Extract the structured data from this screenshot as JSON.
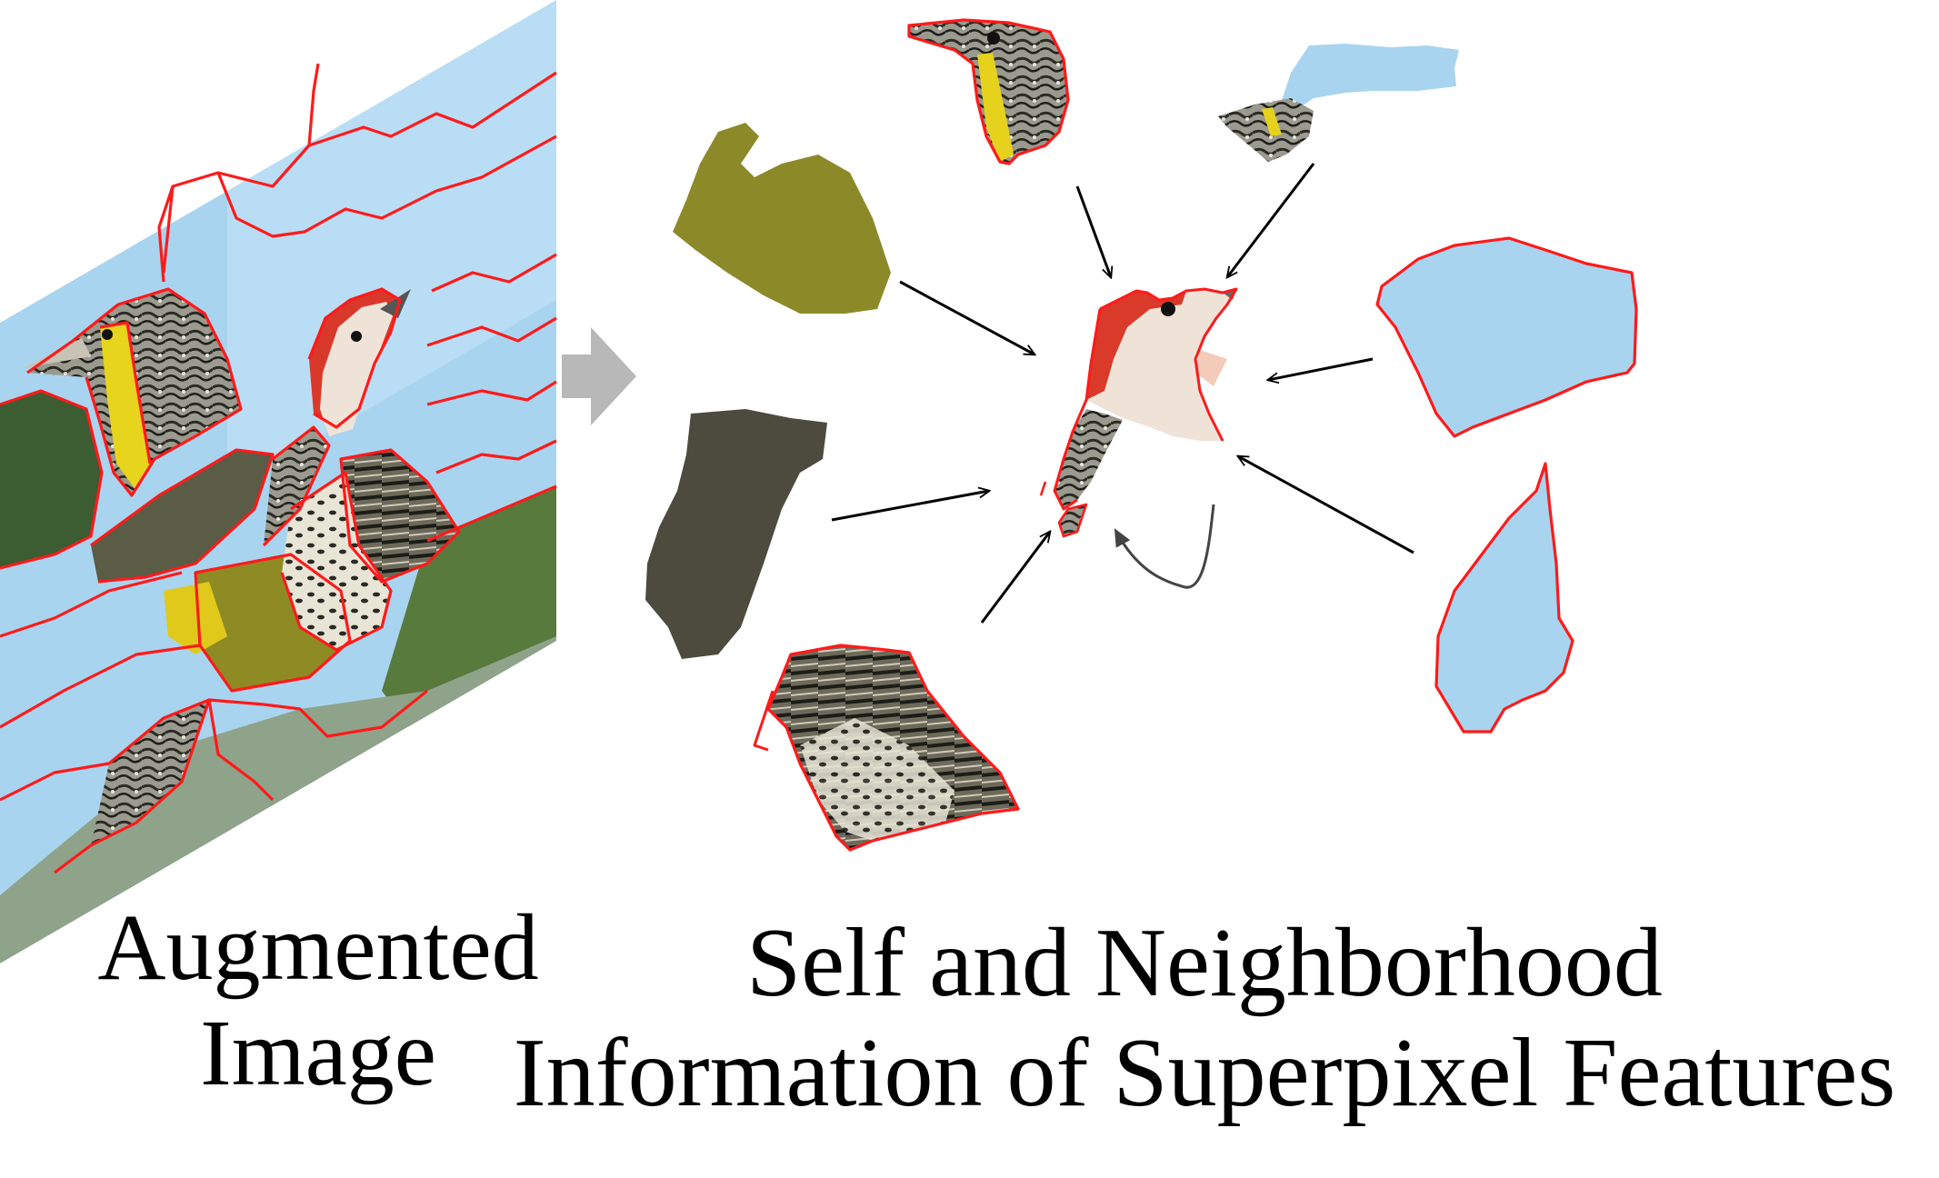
{
  "captions": {
    "augmented": [
      "Augmented",
      "Image"
    ],
    "features": [
      "Self and Neighborhood",
      "Information of Superpixel Features"
    ]
  },
  "colors": {
    "sky": "#a9d4ef",
    "sky_light": "#c4e2f6",
    "superpixel_boundary": "#ff1a1a",
    "foliage_dark": "#3d5a33",
    "foliage_olive": "#8c8a28",
    "rock": "#4d4a3e",
    "bird_white": "#efe4da",
    "bird_red": "#d93a2a",
    "bird_yellow": "#e8d21e",
    "process_arrow": "#b8b8b8",
    "neighbor_arrow": "#000000",
    "self_arrow": "#333333"
  },
  "icons": {
    "process": "grey-right-arrow-icon",
    "neighbors": "black-line-arrow-icon",
    "self_loop": "curved-self-loop-arrow-icon"
  }
}
